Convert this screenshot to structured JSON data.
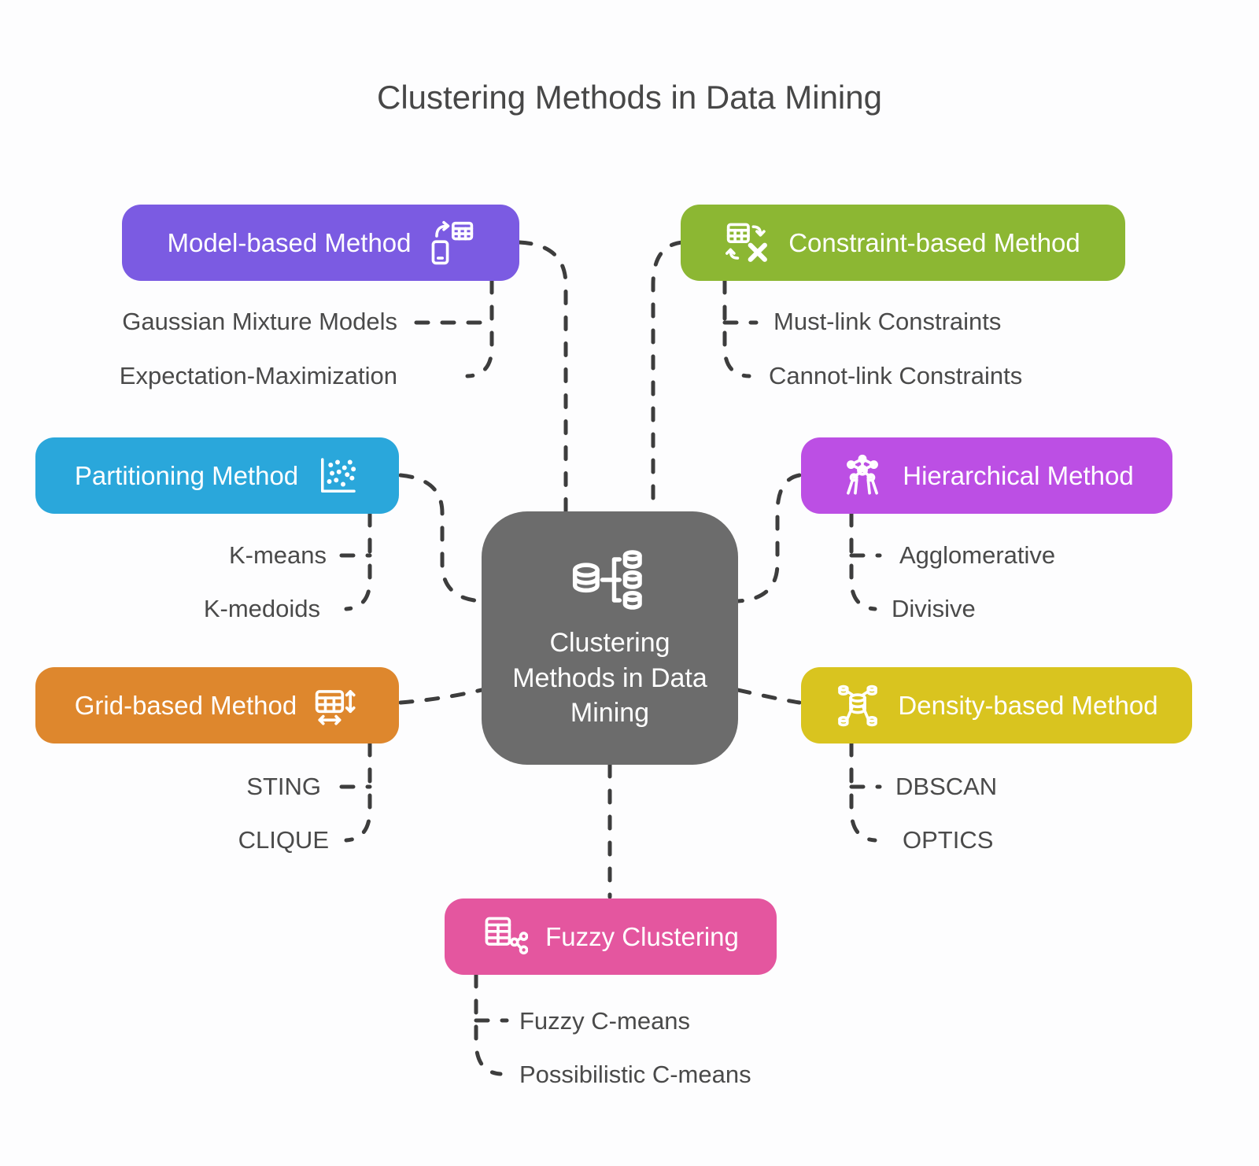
{
  "title": "Clustering Methods in Data Mining",
  "center": {
    "label": "Clustering Methods in Data Mining",
    "color": "#6C6C6C",
    "icon": "database-hierarchy-icon"
  },
  "branches": [
    {
      "label": "Model-based Method",
      "color": "#7B5BE2",
      "icon": "phone-table-sync-icon",
      "children": [
        "Gaussian Mixture Models",
        "Expectation-Maximization"
      ]
    },
    {
      "label": "Constraint-based Method",
      "color": "#8CB733",
      "icon": "table-convert-x-icon",
      "children": [
        "Must-link Constraints",
        "Cannot-link Constraints"
      ]
    },
    {
      "label": "Partitioning Method",
      "color": "#2AA7DB",
      "icon": "scatter-plot-icon",
      "children": [
        "K-means",
        "K-medoids"
      ]
    },
    {
      "label": "Hierarchical Method",
      "color": "#BC4FE4",
      "icon": "network-cluster-icon",
      "children": [
        "Agglomerative",
        "Divisive"
      ]
    },
    {
      "label": "Grid-based Method",
      "color": "#DE872D",
      "icon": "grid-resize-icon",
      "children": [
        "STING",
        "CLIQUE"
      ]
    },
    {
      "label": "Density-based Method",
      "color": "#D9C41F",
      "icon": "database-cluster-icon",
      "children": [
        "DBSCAN",
        "OPTICS"
      ]
    },
    {
      "label": "Fuzzy Clustering",
      "color": "#E4569F",
      "icon": "table-share-icon",
      "children": [
        "Fuzzy C-means",
        "Possibilistic C-means"
      ]
    }
  ],
  "connector_color": "#3D3D3D"
}
